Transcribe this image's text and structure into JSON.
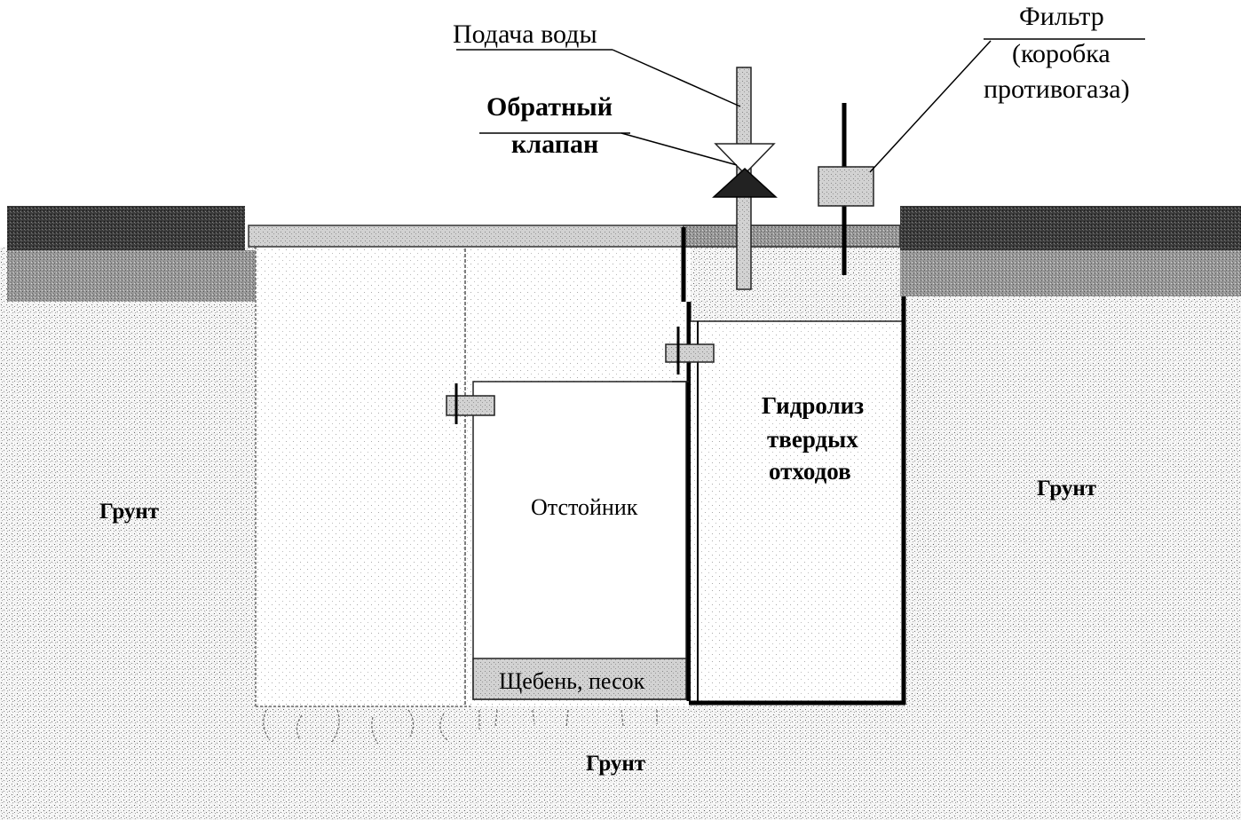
{
  "labels": {
    "water_supply": "Подача воды",
    "check_valve_line1": "Обратный",
    "check_valve_line2": "клапан",
    "filter_line1": "Фильтр",
    "filter_line2": "(коробка",
    "filter_line3": "противогаза)",
    "hydrolysis_line1": "Гидролиз",
    "hydrolysis_line2": "твердых",
    "hydrolysis_line3": "отходов",
    "settler": "Отстойник",
    "gravel_sand": "Щебень, песок",
    "soil_left": "Грунт",
    "soil_right": "Грунт",
    "soil_bottom": "Грунт"
  },
  "colors": {
    "ink": "#000000",
    "soil_light": "#d9d9d9",
    "soil_dark": "#222222",
    "soil_mid": "#8c8c8c",
    "cover_slab": "#c8c8c8",
    "chamber_fill": "#ffffff",
    "filter_box": "#c4c4c4"
  }
}
